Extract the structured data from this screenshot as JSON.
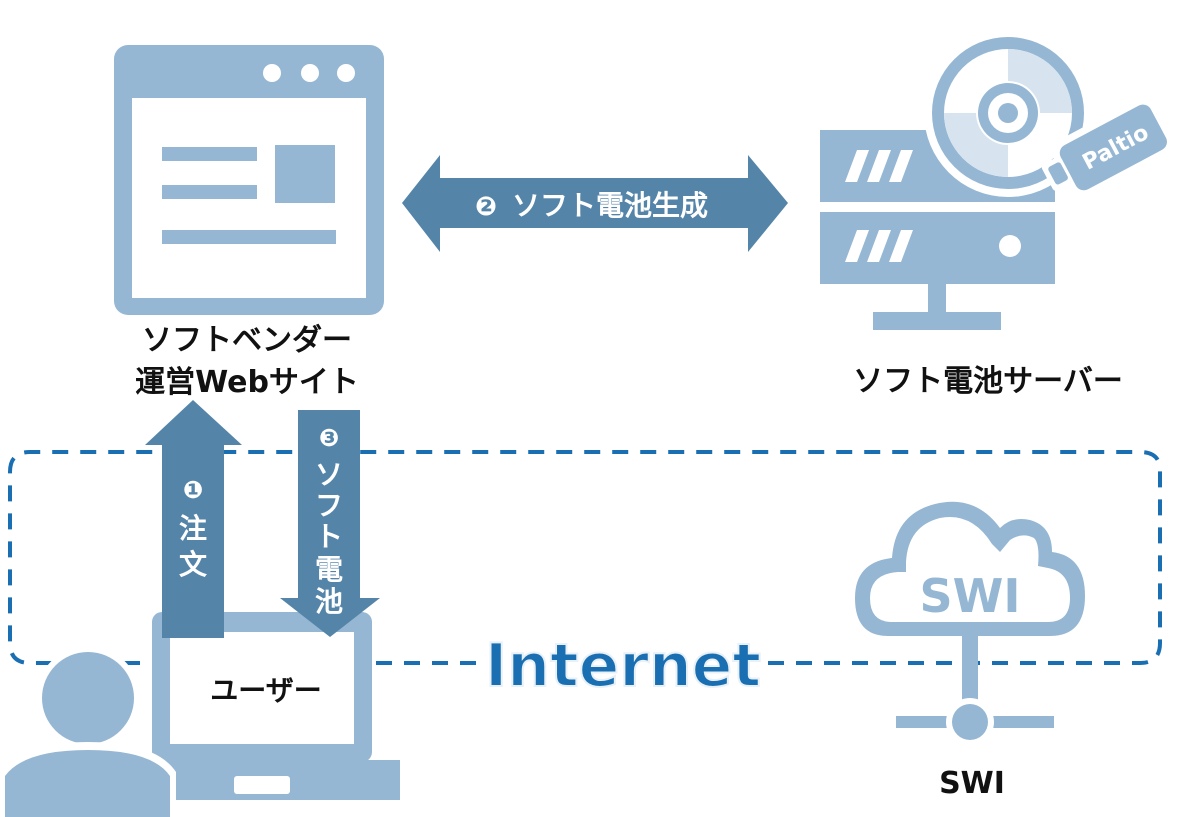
{
  "colors": {
    "light_blue": "#95b7d3",
    "steel_blue": "#5584a9",
    "dark_blue": "#1a6fb2",
    "text": "#111111"
  },
  "website": {
    "label_line1": "ソフトベンダー",
    "label_line2": "運営Webサイト"
  },
  "server": {
    "label": "ソフト電池サーバー",
    "badge_text": "Paltio"
  },
  "step2": {
    "number": "❷",
    "label": "ソフト電池生成"
  },
  "step1": {
    "number": "❶",
    "chars": [
      "注",
      "文"
    ]
  },
  "step3": {
    "number": "❸",
    "chars": [
      "ソ",
      "フ",
      "ト",
      "電",
      "池"
    ]
  },
  "user": {
    "label": "ユーザー"
  },
  "internet": {
    "label": "Internet"
  },
  "swi": {
    "cloud_text": "SWI",
    "label": "SWI"
  },
  "icons": [
    "browser-window-icon",
    "server-rack-icon",
    "disc-icon",
    "battery-tag-icon",
    "laptop-icon",
    "person-icon",
    "cloud-icon",
    "network-node-icon"
  ]
}
